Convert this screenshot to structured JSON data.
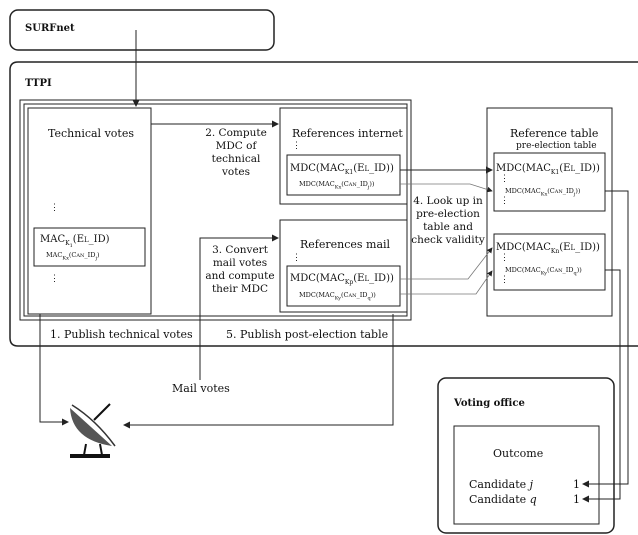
{
  "surfnet": {
    "title": "SURFnet"
  },
  "ttpi": {
    "title": "TTPI"
  },
  "technical_votes": {
    "title": "Technical votes",
    "dots": "⋮",
    "mac_el": "MAC_{K_1}(El_ID)",
    "mac_el_display": "MACK1(EL_ID)",
    "mac_can": "MAC_{K_x}(Can_ID_j)",
    "mac_can_display": "MACKx(CAN_IDj)",
    "dots_bottom": "⋮"
  },
  "step2": {
    "text": "2. Compute MDC of technical votes"
  },
  "step3": {
    "text": "3. Convert mail votes and compute their MDC"
  },
  "step4": {
    "text": "4. Look up in pre-election table and check validity"
  },
  "step1": {
    "text": "1. Publish technical votes"
  },
  "step5": {
    "text": "5. Publish post-election table"
  },
  "references_internet": {
    "title": "References internet",
    "dots": "⋮",
    "mdc_el": "MDC(MACK1(EL_ID))",
    "mdc_can": "MDC(MACKx(CAN_IDj))"
  },
  "references_mail": {
    "title": "References mail",
    "dots": "⋮",
    "mdc_el": "MDC(MACKp(EL_ID))",
    "mdc_can": "MDC(MACKy(CAN_IDq))"
  },
  "reference_table": {
    "title": "Reference table",
    "subtitle": "pre-election table",
    "row1_el": "MDC(MACK1(EL_ID))",
    "row1_can": "MDC(MACKx(CAN_IDj))",
    "row2_el": "MDC(MACKn(EL_ID))",
    "row2_can": "MDC(MACKy(CAN_IDq))",
    "dots": "⋮"
  },
  "mail_votes": {
    "label": "Mail votes"
  },
  "voting_office": {
    "title": "Voting office",
    "outcome": "Outcome",
    "candidate_j": "Candidate j",
    "candidate_j_count": "1",
    "candidate_q": "Candidate q",
    "candidate_q_count": "1"
  },
  "icons": {
    "satellite": "satellite-dish-icon"
  }
}
